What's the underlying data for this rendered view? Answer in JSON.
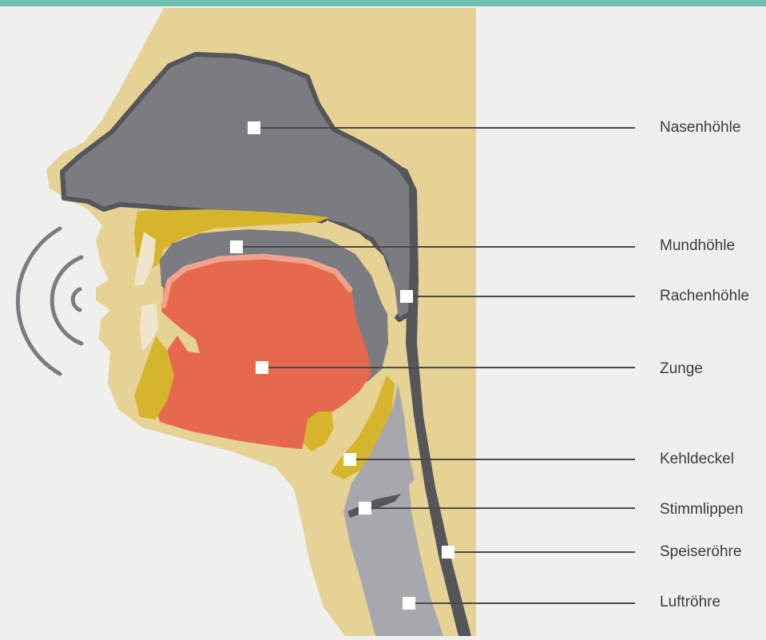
{
  "colors": {
    "top_bar": "#6fc0ae",
    "background": "#efefee",
    "skin": "#e6d295",
    "cavity_dark": "#7b7c81",
    "cavity_outline": "#55565a",
    "tongue": "#e6694d",
    "tongue_highlight": "#f2a28c",
    "bone": "#d6b52c",
    "teeth": "#efe4cc",
    "airway": "#a7a8ad",
    "leader_line": "#4a4a4a",
    "marker": "#ffffff"
  },
  "icons": {
    "sound_waves": "sound-waves-icon"
  },
  "labels": [
    {
      "id": "nasenhoehle",
      "text": "Nasenhöhle"
    },
    {
      "id": "mundhoehle",
      "text": "Mundhöhle"
    },
    {
      "id": "rachenhoehle",
      "text": "Rachenhöhle"
    },
    {
      "id": "zunge",
      "text": "Zunge"
    },
    {
      "id": "kehldeckel",
      "text": "Kehldeckel"
    },
    {
      "id": "stimmlippen",
      "text": "Stimmlippen"
    },
    {
      "id": "speiseroehre",
      "text": "Speiseröhre"
    },
    {
      "id": "luftroehre",
      "text": "Luftröhre"
    }
  ]
}
